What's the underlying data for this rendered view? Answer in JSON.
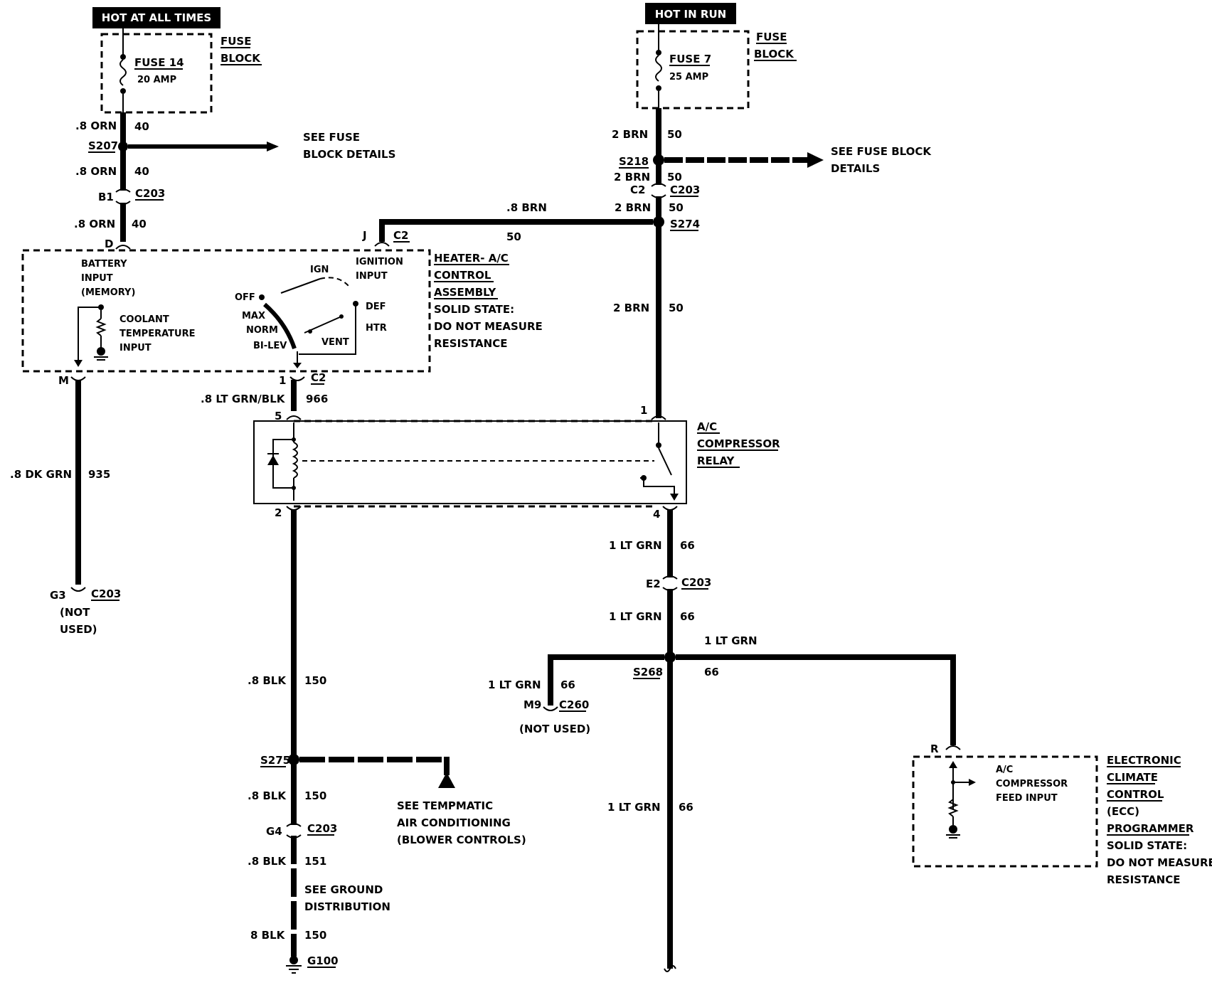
{
  "power": {
    "hot_at_all_times": "HOT AT ALL TIMES",
    "hot_in_run": "HOT IN RUN"
  },
  "fuse_block_left": {
    "fuse_label": "FUSE 14",
    "fuse_amp": "20 AMP",
    "block_line1": "FUSE",
    "block_line2": "BLOCK"
  },
  "fuse_block_right": {
    "fuse_label": "FUSE 7",
    "fuse_amp": "25 AMP",
    "block_line1": "FUSE",
    "block_line2": "BLOCK"
  },
  "left_feed": {
    "w1_gauge": ".8 ORN",
    "w1_num": "40",
    "splice": "S207",
    "see_line1": "SEE FUSE",
    "see_line2": "BLOCK DETAILS",
    "w2_gauge": ".8 ORN",
    "w2_num": "40",
    "conn_pin": "B1",
    "conn": "C203",
    "w3_gauge": ".8 ORN",
    "w3_num": "40",
    "pin_d": "D"
  },
  "right_feed": {
    "w1_gauge": "2 BRN",
    "w1_num": "50",
    "splice": "S218",
    "see_line1": "SEE FUSE BLOCK",
    "see_line2": "DETAILS",
    "w2_gauge": "2 BRN",
    "w2_num": "50",
    "conn_pin": "C2",
    "conn": "C203",
    "w3_gauge": "2 BRN",
    "w3_num": "50",
    "splice2": "S274",
    "w4_gauge": "2 BRN",
    "w4_num": "50",
    "branch_gauge": ".8 BRN",
    "branch_num": "50",
    "pin_j": "J",
    "conn_c2": "C2"
  },
  "heater_control": {
    "title1": "HEATER- A/C",
    "title2": "CONTROL",
    "title3": "ASSEMBLY",
    "note1": "SOLID STATE:",
    "note2": "DO NOT MEASURE",
    "note3": "RESISTANCE",
    "battery1": "BATTERY",
    "battery2": "INPUT",
    "battery3": "(MEMORY)",
    "ignition1": "IGNITION",
    "ignition2": "INPUT",
    "coolant1": "COOLANT",
    "coolant2": "TEMPERATURE",
    "coolant3": "INPUT",
    "sw_ign": "IGN",
    "sw_off": "OFF",
    "sw_max": "MAX",
    "sw_norm": "NORM",
    "sw_bilev": "BI-LEV",
    "sw_vent": "VENT",
    "sw_def": "DEF",
    "sw_htr": "HTR",
    "pin_m": "M",
    "pin_1": "1",
    "conn_c2": "C2"
  },
  "left_output": {
    "gauge": ".8 DK GRN",
    "num": "935",
    "pin": "G3",
    "conn": "C203",
    "note1": "(NOT",
    "note2": "USED)"
  },
  "relay": {
    "title1": "A/C",
    "title2": "COMPRESSOR",
    "title3": "RELAY",
    "in_gauge": ".8  LT GRN/BLK",
    "in_num": "966",
    "pin5": "5",
    "pin2": "2",
    "pin1": "1",
    "pin4": "4"
  },
  "ground_path": {
    "w1_gauge": ".8 BLK",
    "w1_num": "150",
    "splice": "S275",
    "see1": "SEE TEMPMATIC",
    "see2": "AIR CONDITIONING",
    "see3": "(BLOWER CONTROLS)",
    "w2_gauge": ".8 BLK",
    "w2_num": "150",
    "pin": "G4",
    "conn": "C203",
    "w3_gauge": ".8 BLK",
    "w3_num": "151",
    "gd1": "SEE GROUND",
    "gd2": "DISTRIBUTION",
    "w4_gauge": "8 BLK",
    "w4_num": "150",
    "ground": "G100"
  },
  "compressor_path": {
    "w1_gauge": "1 LT GRN",
    "w1_num": "66",
    "pin": "E2",
    "conn": "C203",
    "w2_gauge": "1 LT GRN",
    "w2_num": "66",
    "splice": "S268",
    "br_left_gauge": "1 LT GRN",
    "br_left_num": "66",
    "br_left_pin": "M9",
    "br_left_conn": "C260",
    "br_left_note": "(NOT USED)",
    "br_right_gauge": "1 LT GRN",
    "br_right_num": "66",
    "w3_gauge": "1 LT GRN",
    "w3_num": "66",
    "pin_r": "R"
  },
  "ecc": {
    "t1": "ELECTRONIC",
    "t2": "CLIMATE",
    "t3": "CONTROL",
    "t4": "(ECC)",
    "t5": "PROGRAMMER",
    "t6": "SOLID STATE:",
    "t7": "DO NOT MEASURE",
    "t8": "RESISTANCE",
    "in1": "A/C",
    "in2": "COMPRESSOR",
    "in3": "FEED INPUT"
  }
}
